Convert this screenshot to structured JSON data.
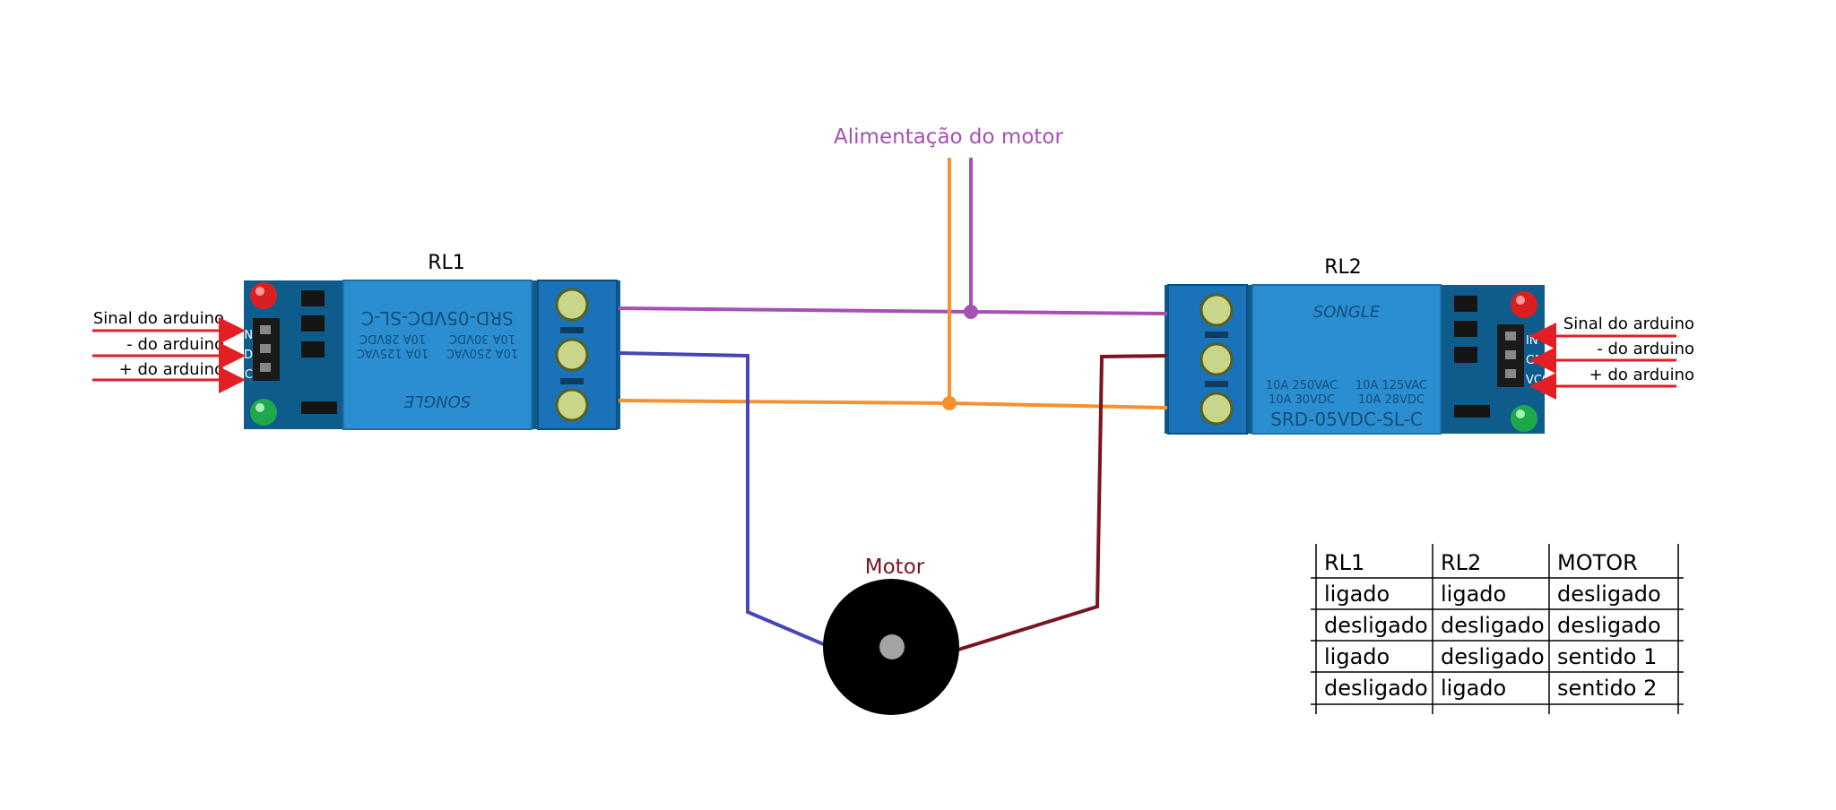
{
  "title": "Alimentação do motor",
  "motor_label": "Motor",
  "relays": [
    {
      "id": "RL1",
      "brand": "SONGLE",
      "model": "SRD-05VDC-SL-C",
      "ratings": [
        "10A 250VAC",
        "10A 125VAC",
        "10A 30VDC",
        "10A 28VDC"
      ],
      "pins": [
        "IN",
        "GND",
        "VCC"
      ]
    },
    {
      "id": "RL2",
      "brand": "SONGLE",
      "model": "SRD-05VDC-SL-C",
      "ratings": [
        "10A 250VAC",
        "10A 125VAC",
        "10A 30VDC",
        "10A 28VDC"
      ],
      "pins": [
        "IN",
        "GND",
        "VCC"
      ]
    }
  ],
  "inputs_left": [
    "Sinal do arduino",
    "- do arduino",
    "+ do arduino"
  ],
  "inputs_right": [
    "Sinal do arduino",
    "- do arduino",
    "+ do arduino"
  ],
  "truth_table": {
    "headers": [
      "RL1",
      "RL2",
      "MOTOR"
    ],
    "rows": [
      [
        "ligado",
        "ligado",
        "desligado"
      ],
      [
        "desligado",
        "desligado",
        "desligado"
      ],
      [
        "ligado",
        "desligado",
        "sentido 1"
      ],
      [
        "desligado",
        "ligado",
        "sentido 2"
      ]
    ]
  },
  "colors": {
    "supply_a": "#a64fb4",
    "supply_b": "#f7902f",
    "motor_wire_1": "#4646b4",
    "motor_wire_2": "#7a1420",
    "arrows": "#e31e24",
    "relay_board": "#0e5c8c",
    "relay_body": "#2b8ed1",
    "terminal": "#1a72b8"
  }
}
